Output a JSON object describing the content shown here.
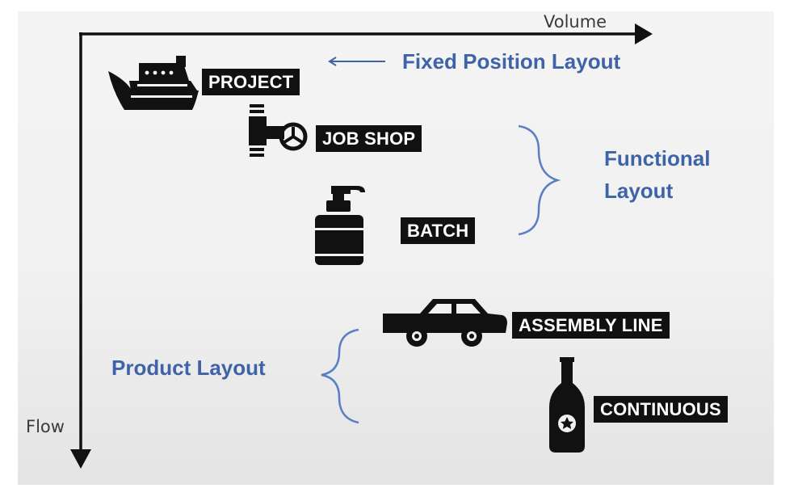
{
  "axes": {
    "x_label": "Volume",
    "y_label": "Flow"
  },
  "processes": [
    {
      "label": "PROJECT",
      "icon": "ship-icon"
    },
    {
      "label": "JOB SHOP",
      "icon": "pipe-valve-icon"
    },
    {
      "label": "BATCH",
      "icon": "soap-dispenser-icon"
    },
    {
      "label": "ASSEMBLY LINE",
      "icon": "car-icon"
    },
    {
      "label": "CONTINUOUS",
      "icon": "bottle-icon"
    }
  ],
  "layouts": {
    "fixed": "Fixed Position Layout",
    "functional_line1": "Functional",
    "functional_line2": "Layout",
    "product": "Product Layout"
  },
  "colors": {
    "annotation": "#3f63a8",
    "tag_background": "#111111",
    "tag_text": "#ffffff"
  }
}
